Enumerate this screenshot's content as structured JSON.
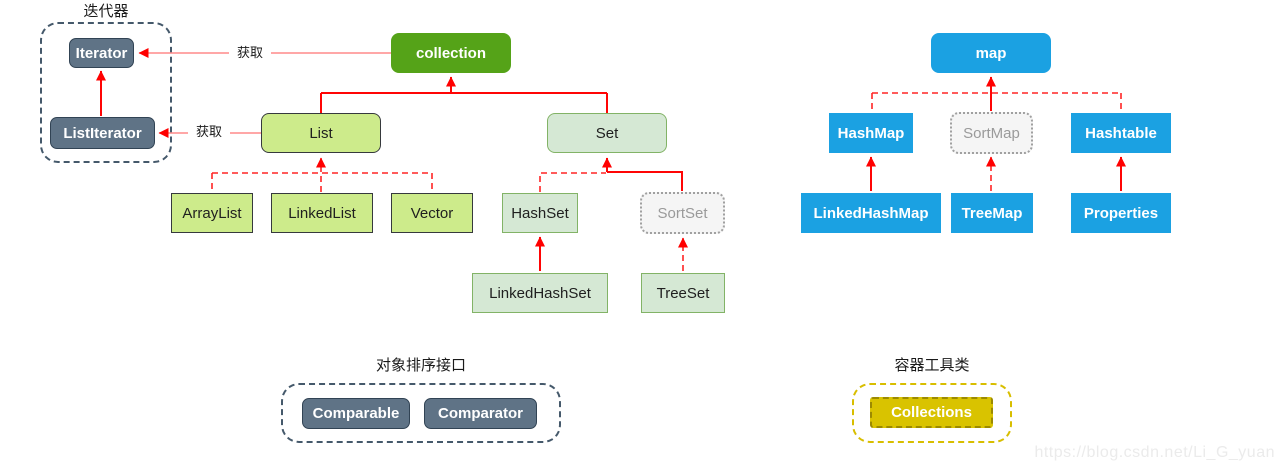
{
  "groups": {
    "iterator_title": "迭代器",
    "sorting_title": "对象排序接口",
    "utility_title": "容器工具类"
  },
  "nodes": {
    "iterator": "Iterator",
    "list_iterator": "ListIterator",
    "collection": "collection",
    "list": "List",
    "set": "Set",
    "array_list": "ArrayList",
    "linked_list": "LinkedList",
    "vector": "Vector",
    "hash_set": "HashSet",
    "sort_set": "SortSet",
    "linked_hash_set": "LinkedHashSet",
    "tree_set": "TreeSet",
    "map": "map",
    "hash_map": "HashMap",
    "sort_map": "SortMap",
    "hashtable": "Hashtable",
    "linked_hash_map": "LinkedHashMap",
    "tree_map": "TreeMap",
    "properties": "Properties",
    "comparable": "Comparable",
    "comparator": "Comparator",
    "collections": "Collections"
  },
  "edge_labels": {
    "acquire_top": "获取",
    "acquire_bottom": "获取"
  },
  "watermark": "https://blog.csdn.net/Li_G_yuan",
  "colors": {
    "collection_green": "#55a318",
    "map_blue": "#1ba1e2",
    "light_green": "#cdeb8b",
    "pale_green": "#d5e8d4",
    "abstract_gray": "#f5f5f5",
    "slate": "#5f7386",
    "utility_yellow": "#d9c300",
    "arrow_red": "#ff0000",
    "acquire_line_red": "#ff8a8a"
  }
}
